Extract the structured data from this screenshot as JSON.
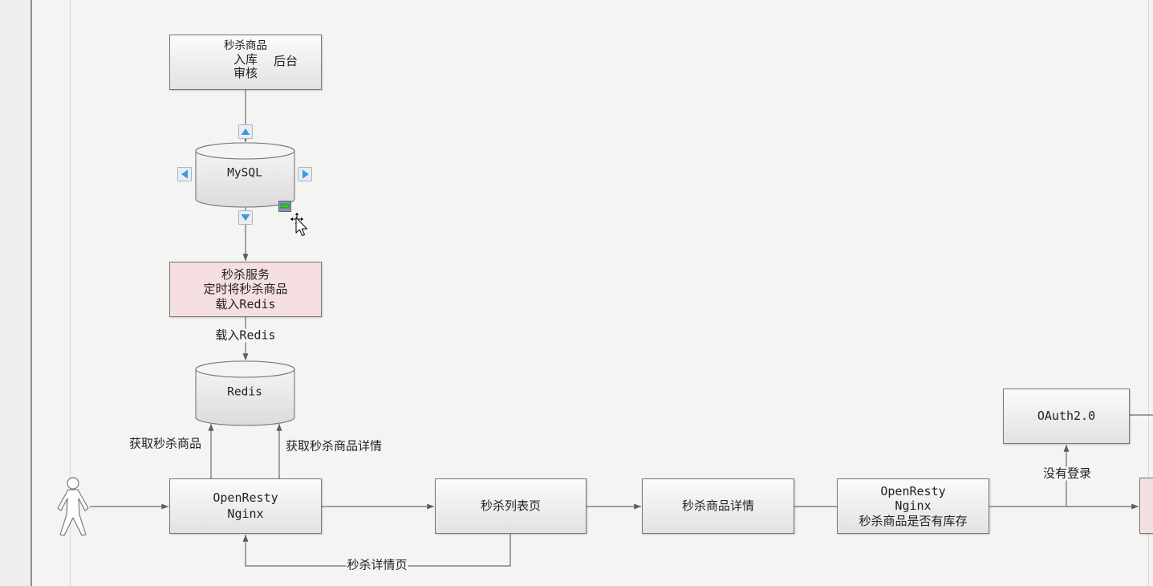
{
  "shapes": {
    "audit_box": {
      "lines": [
        "秒杀商品",
        "入库",
        "审核"
      ],
      "side_label": "后台"
    },
    "mysql": {
      "label": "MySQL"
    },
    "seckill_service": {
      "lines": [
        "秒杀服务",
        "定时将秒杀商品",
        "载入Redis"
      ]
    },
    "redis": {
      "label": "Redis"
    },
    "openresty_entry": {
      "lines": [
        "OpenResty",
        "Nginx"
      ]
    },
    "list_page": {
      "label": "秒杀列表页"
    },
    "detail_page": {
      "label": "秒杀商品详情"
    },
    "openresty_stock": {
      "lines": [
        "OpenResty",
        "Nginx",
        "秒杀商品是否有库存"
      ]
    },
    "oauth": {
      "label": "OAuth2.0"
    }
  },
  "edges": {
    "load_redis": "载入Redis",
    "get_items": "获取秒杀商品",
    "get_item_detail": "获取秒杀商品详情",
    "detail_page_loop": "秒杀详情页",
    "not_logged_in": "没有登录"
  },
  "colors": {
    "canvas": "#f4f4f3",
    "shape_border": "#767676",
    "shape_fill_top": "#fbfbfb",
    "shape_fill_bottom": "#e2e2e2",
    "highlight_fill": "#f6dfe1",
    "connector_line": "#6a6a6a",
    "connect_handle_arrow": "#3e98dc",
    "resize_handle": "#35c435"
  },
  "icons": {
    "actor": "person-icon",
    "connect_up": "arrow-up-icon",
    "connect_down": "arrow-down-icon",
    "connect_left": "arrow-left-icon",
    "connect_right": "arrow-right-icon",
    "resize_handle": "resize-handle-icon",
    "cursor": "move-cursor-icon"
  }
}
